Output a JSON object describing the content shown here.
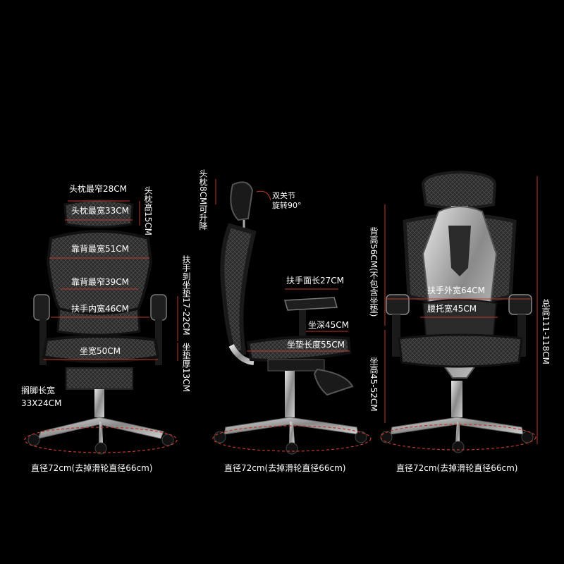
{
  "front": {
    "headrest_narrow": "头枕最窄28CM",
    "headrest_wide": "头枕最宽33CM",
    "headrest_height": "头枕高15CM",
    "back_wide": "靠背最宽51CM",
    "back_narrow": "靠背最窄39CM",
    "armrest_inner": "扶手内宽46CM",
    "seat_width": "坐宽50CM",
    "arm_to_seat": "扶手到坐垫17-22CM",
    "seat_thickness": "坐垫厚13CM",
    "footrest_line1": "搁脚长宽",
    "footrest_line2": "33X24CM",
    "diameter": "直径72cm(去掉滑轮直径66cm)"
  },
  "side": {
    "headrest_lift": "头枕8CM可升降",
    "joint_line1": "双关节",
    "joint_line2": "旋转90°",
    "armrest_length": "扶手面长27CM",
    "seat_depth": "坐深45CM",
    "seat_length": "坐垫长度55CM",
    "diameter": "直径72cm(去掉滑轮直径66cm)"
  },
  "back": {
    "back_height": "背高56CM(不包含坐垫)",
    "armrest_outer": "扶手外宽64CM",
    "lumbar_width": "腰托宽45CM",
    "seat_height": "坐高45-52CM",
    "total_height": "总高111-118CM",
    "diameter": "直径72cm(去掉滑轮直径66cm)"
  },
  "colors": {
    "background": "#000000",
    "mesh": "#3a3a3a",
    "frame": "#1a1a1a",
    "metal": "#c9c9c9",
    "dimension_line": "#c0392b"
  }
}
